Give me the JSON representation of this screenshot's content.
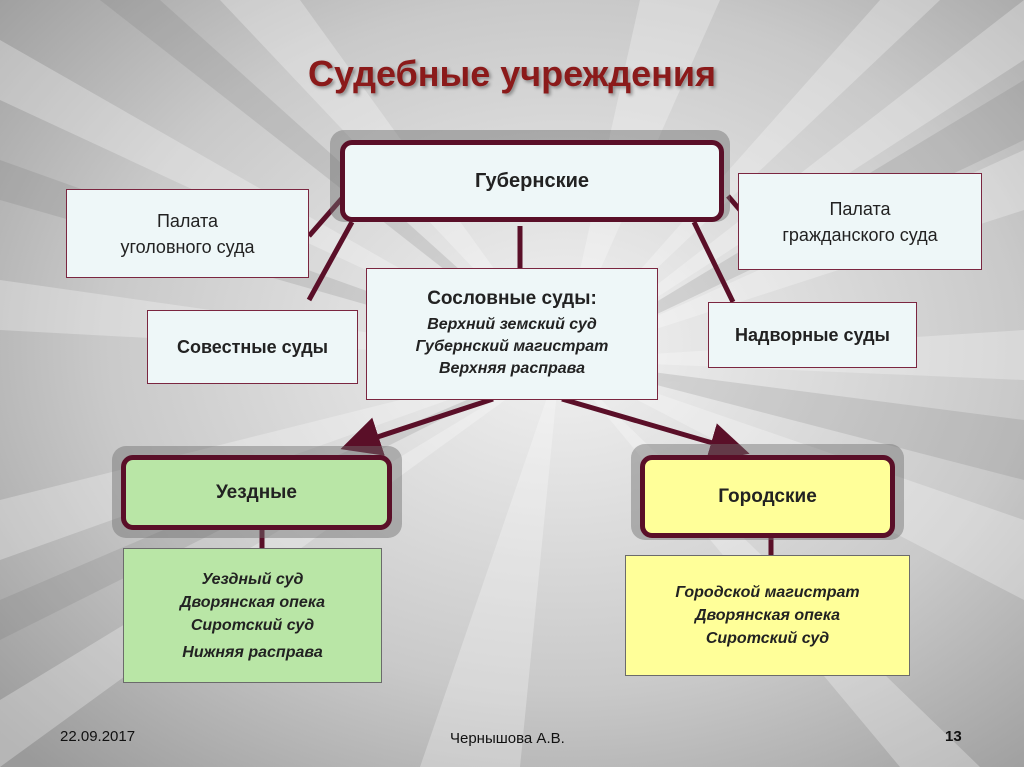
{
  "title": "Судебные учреждения",
  "nodes": {
    "gubernskie": "Губернские",
    "palata_ugolovnogo": [
      "Палата",
      "уголовного суда"
    ],
    "palata_grazhdanskogo": [
      "Палата",
      "гражданского суда"
    ],
    "sovestnye": "Совестные суды",
    "soslovnye": {
      "heading": "Сословные суды:",
      "items": [
        "Верхний земский суд",
        "Губернский магистрат",
        "Верхняя расправа"
      ]
    },
    "nadvornye": "Надворные суды",
    "uezdnye": "Уездные",
    "gorodskie": "Городские",
    "uezdnye_list": [
      "Уездный суд",
      "Дворянская опека",
      "Сиротский суд",
      "Нижняя расправа"
    ],
    "gorodskie_list": [
      "Городской магистрат",
      "Дворянская опека",
      "Сиротский суд"
    ]
  },
  "footer": {
    "date": "22.09.2017",
    "author": "Чернышова А.В.",
    "page": "13"
  },
  "colors": {
    "accent": "#5a0f28",
    "title": "#8b1a1a",
    "uezdnye_fill": "#b9e6a6",
    "gorodskie_fill": "#ffff99"
  }
}
